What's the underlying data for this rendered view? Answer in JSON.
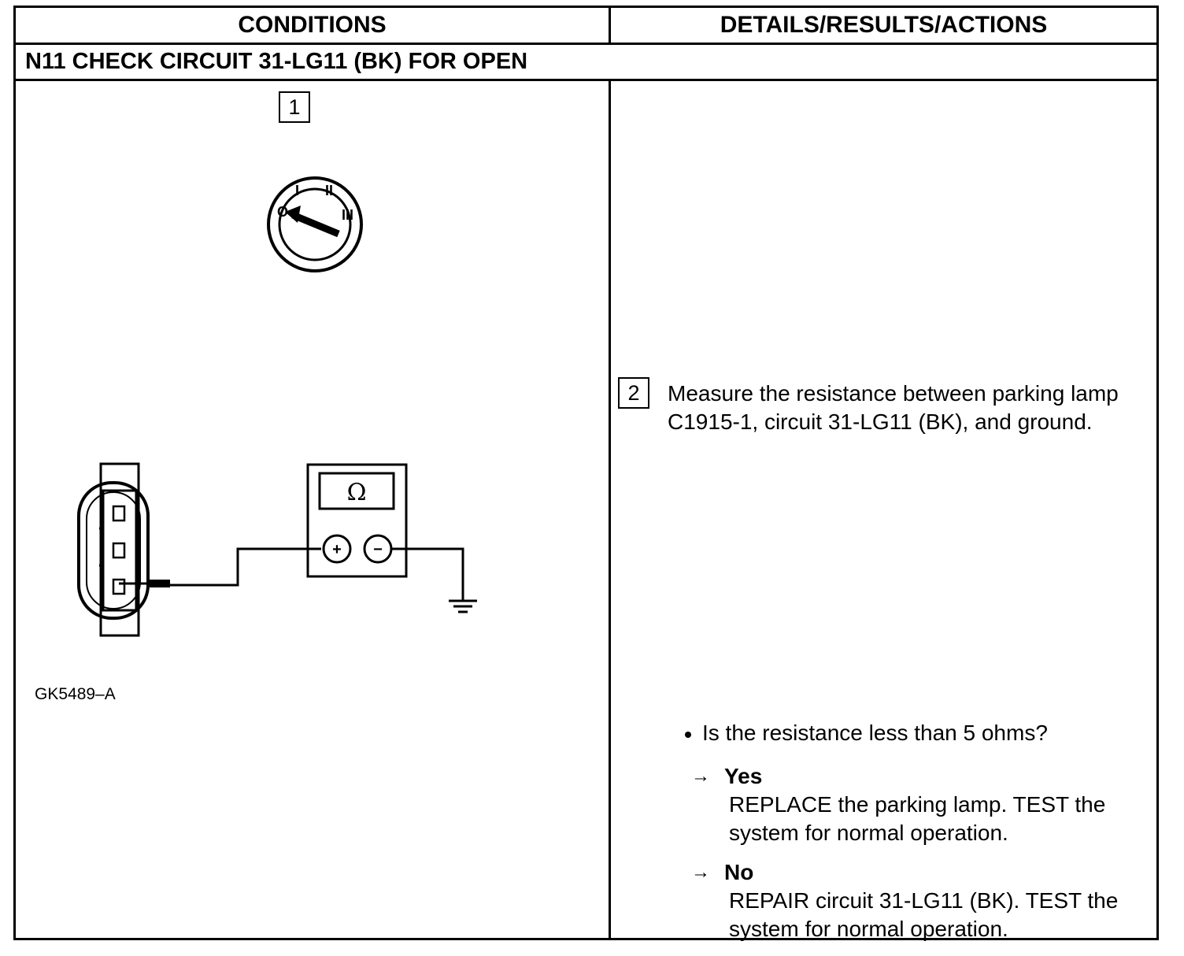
{
  "header": {
    "conditions": "CONDITIONS",
    "details": "DETAILS/RESULTS/ACTIONS"
  },
  "section": {
    "title": "N11 CHECK CIRCUIT 31-LG11 (BK) FOR OPEN"
  },
  "steps": {
    "step1_number": "1",
    "step2_number": "2",
    "step2_text": "Measure the resistance between parking lamp C1915-1, circuit 31-LG11 (BK), and ground."
  },
  "diagram": {
    "ignition_labels": [
      "O",
      "I",
      "II",
      "III"
    ],
    "meter_symbol": "Ω",
    "plus": "+",
    "minus": "−",
    "figure_id": "GK5489–A"
  },
  "question": {
    "text": "Is the resistance less than 5 ohms?"
  },
  "answers": {
    "arrow": "→",
    "yes_label": "Yes",
    "yes_text": "REPLACE the parking lamp. TEST the system for normal operation.",
    "no_label": "No",
    "no_text": "REPAIR circuit 31-LG11 (BK). TEST the system for normal operation."
  }
}
